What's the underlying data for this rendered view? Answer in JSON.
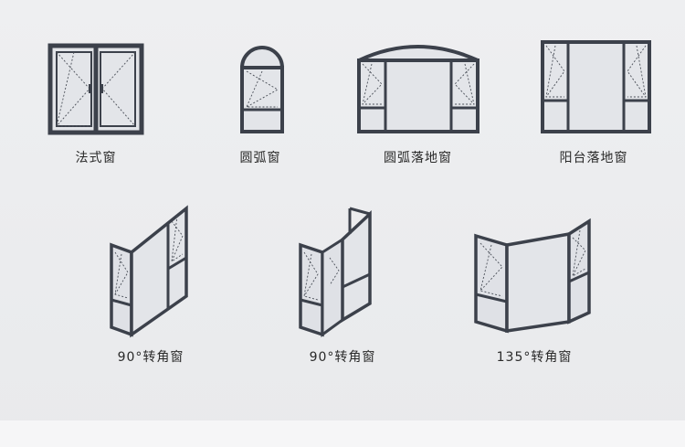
{
  "items": [
    {
      "id": "french-window",
      "label": "法式窗"
    },
    {
      "id": "arched-window",
      "label": "圆弧窗"
    },
    {
      "id": "arched-floor-window",
      "label": "圆弧落地窗"
    },
    {
      "id": "balcony-floor-window",
      "label": "阳台落地窗"
    },
    {
      "id": "corner-window-90-a",
      "label": "90°转角窗"
    },
    {
      "id": "corner-window-90-b",
      "label": "90°转角窗"
    },
    {
      "id": "corner-window-135",
      "label": "135°转角窗"
    }
  ]
}
